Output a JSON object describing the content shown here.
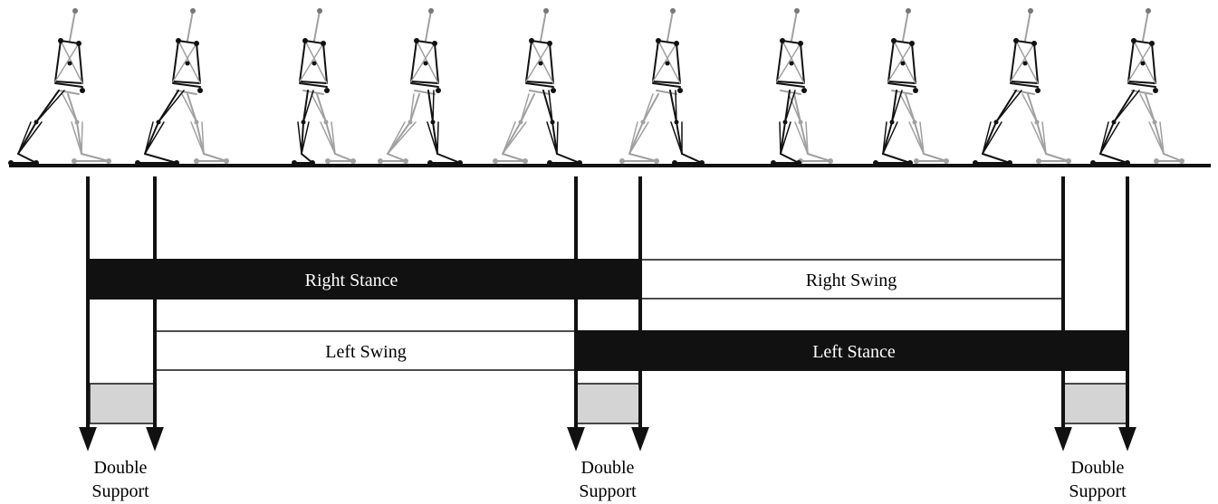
{
  "phases": {
    "right_stance": "Right Stance",
    "right_swing": "Right Swing",
    "left_swing": "Left Swing",
    "left_stance": "Left Stance"
  },
  "double_support": [
    {
      "line1": "Double",
      "line2": "Support"
    },
    {
      "line1": "Double",
      "line2": "Support"
    },
    {
      "line1": "Double",
      "line2": "Support"
    }
  ],
  "figures": {
    "count": 10
  },
  "colors": {
    "stance": "#111111",
    "swing_fill": "#ffffff",
    "double_support_fill": "#d4d4d4",
    "right_leg": "#111111",
    "left_leg": "#a0a0a0"
  }
}
